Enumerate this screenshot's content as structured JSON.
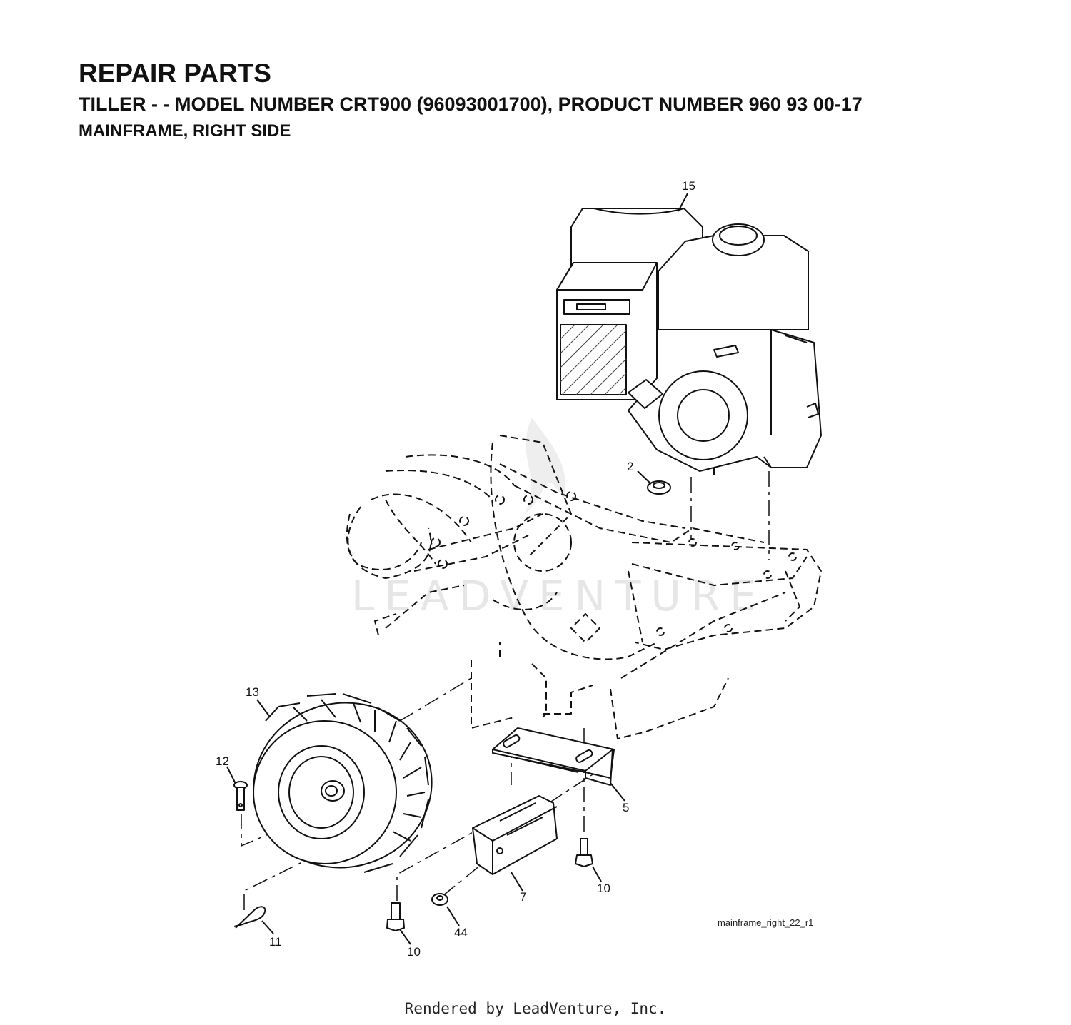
{
  "header": {
    "title": "REPAIR PARTS",
    "subtitle": "TILLER - - MODEL NUMBER CRT900 (96093001700), PRODUCT NUMBER 960 93 00-17",
    "section": "MAINFRAME, RIGHT SIDE"
  },
  "diagram": {
    "figure_id": "mainframe_right_22_r1",
    "watermark": "LEADVENTURE",
    "callouts": {
      "engine": "15",
      "nut": "2",
      "wheel": "13",
      "pin": "12",
      "hairpin_clip": "11",
      "bracket": "5",
      "weight": "7",
      "bolt_right": "10",
      "bolt_left": "10",
      "lock_nut": "44"
    }
  },
  "footer": {
    "rendered_by": "Rendered by LeadVenture, Inc."
  }
}
